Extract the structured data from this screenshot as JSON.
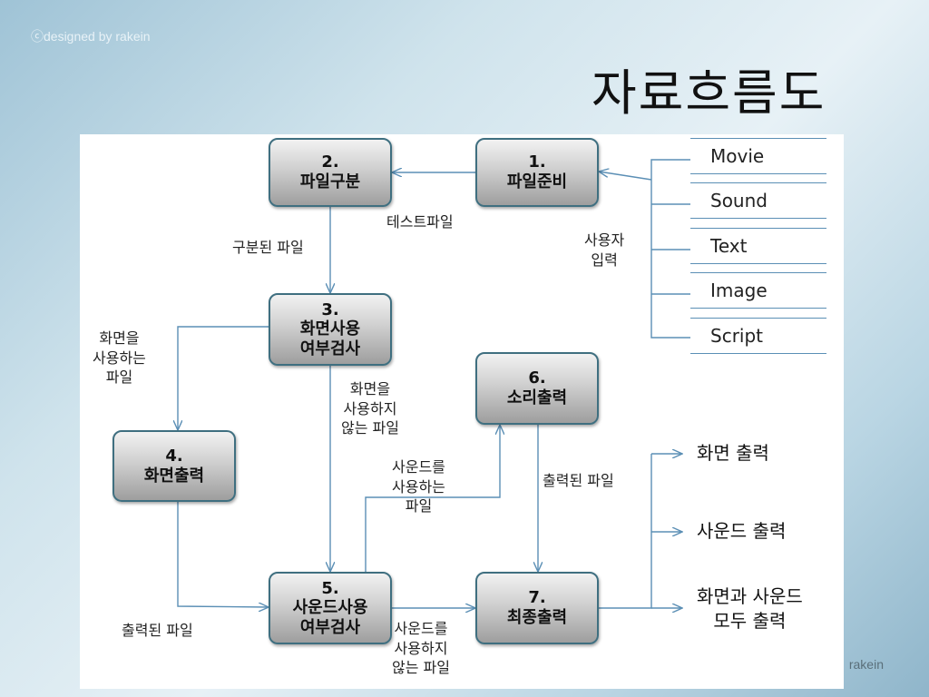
{
  "watermark": {
    "top": "ⓒdesigned by rakein",
    "bottom": "rakein"
  },
  "title": "자료흐름도",
  "processes": [
    {
      "num": "1.",
      "name": "파일준비"
    },
    {
      "num": "2.",
      "name": "파일구분"
    },
    {
      "num": "3.",
      "name": "화면사용",
      "name2": "여부검사"
    },
    {
      "num": "4.",
      "name": "화면출력"
    },
    {
      "num": "5.",
      "name": "사운드사용",
      "name2": "여부검사"
    },
    {
      "num": "6.",
      "name": "소리출력"
    },
    {
      "num": "7.",
      "name": "최종출력"
    }
  ],
  "sources": [
    "Movie",
    "Sound",
    "Text",
    "Image",
    "Script"
  ],
  "labels": {
    "user_input": [
      "사용자",
      "입력"
    ],
    "test_file": "테스트파일",
    "classified_file": "구분된 파일",
    "screen_using": [
      "화면을",
      "사용하는",
      "파일"
    ],
    "screen_not_using": [
      "화면을",
      "사용하지",
      "않는 파일"
    ],
    "sound_using": [
      "사운드를",
      "사용하는",
      "파일"
    ],
    "output_file_6": "출력된 파일",
    "output_file_4": "출력된 파일",
    "sound_not_using": [
      "사운드를",
      "사용하지",
      "않는 파일"
    ]
  },
  "outputs": {
    "screen": "화면 출력",
    "sound": "사운드 출력",
    "both": [
      "화면과 사운드",
      "모두 출력"
    ]
  }
}
